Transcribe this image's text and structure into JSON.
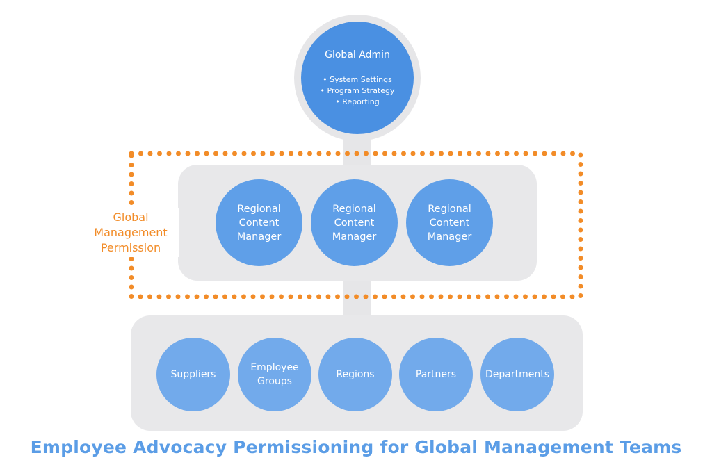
{
  "colors": {
    "admin_blue": "#4a90e2",
    "regional_blue": "#5f9fe8",
    "group_blue": "#72aaeb",
    "panel_gray": "#e8e8ea",
    "orange": "#f28c28",
    "title_blue": "#5b9de6"
  },
  "global_admin": {
    "title": "Global Admin",
    "items": [
      "System Settings",
      "Program Strategy",
      "Reporting"
    ]
  },
  "regional_managers": [
    "Regional\nContent\nManager",
    "Regional\nContent\nManager",
    "Regional\nContent\nManager"
  ],
  "permission_label": "Global\nManagement\nPermission",
  "groups": [
    "Suppliers",
    "Employee\nGroups",
    "Regions",
    "Partners",
    "Departments"
  ],
  "footer_title": "Employee Advocacy Permissioning for Global Management Teams"
}
